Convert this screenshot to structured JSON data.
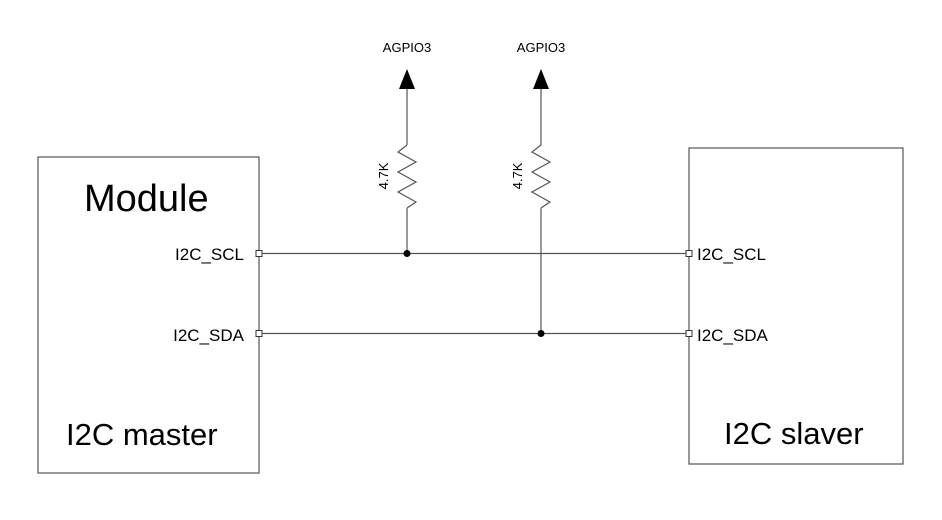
{
  "module": {
    "title": "Module",
    "role": "I2C master",
    "pin_scl": "I2C_SCL",
    "pin_sda": "I2C_SDA"
  },
  "slave": {
    "role": "I2C slaver",
    "pin_scl": "I2C_SCL",
    "pin_sda": "I2C_SDA"
  },
  "pullups": [
    {
      "rail": "AGPIO3",
      "value": "4.7K",
      "net": "SCL"
    },
    {
      "rail": "AGPIO3",
      "value": "4.7K",
      "net": "SDA"
    }
  ]
}
